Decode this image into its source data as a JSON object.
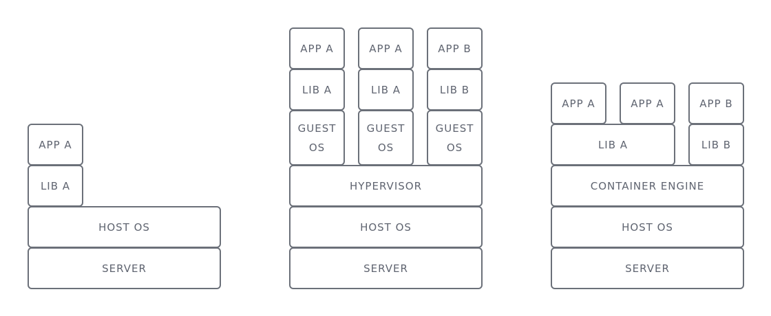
{
  "colors": {
    "stroke": "#6b7079",
    "text": "#5f6470",
    "background": "#ffffff"
  },
  "stacks": {
    "bare_metal": {
      "app_a": "APP A",
      "lib_a": "LIB A",
      "host_os": "HOST OS",
      "server": "SERVER"
    },
    "virtual_machines": {
      "vm1": {
        "app": "APP A",
        "lib": "LIB A",
        "guest_os": "GUEST\nOS"
      },
      "vm2": {
        "app": "APP A",
        "lib": "LIB A",
        "guest_os": "GUEST\nOS"
      },
      "vm3": {
        "app": "APP B",
        "lib": "LIB B",
        "guest_os": "GUEST\nOS"
      },
      "hypervisor": "HYPERVISOR",
      "host_os": "HOST OS",
      "server": "SERVER"
    },
    "containers": {
      "app1": "APP A",
      "app2": "APP A",
      "app3": "APP B",
      "lib_a": "LIB A",
      "lib_b": "LIB B",
      "container_engine": "CONTAINER ENGINE",
      "host_os": "HOST OS",
      "server": "SERVER"
    }
  }
}
